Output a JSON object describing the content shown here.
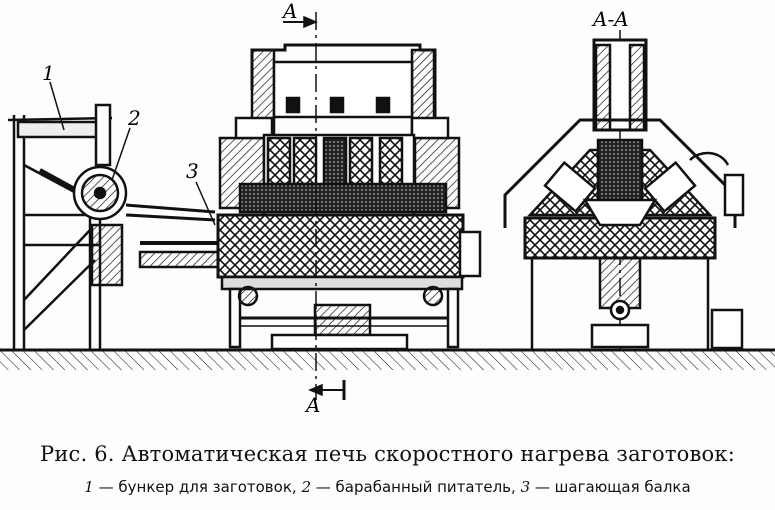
{
  "labels": {
    "callout_1": "1",
    "callout_2": "2",
    "callout_3": "3",
    "section_top": "A",
    "section_bottom": "A",
    "section_view": "A-A"
  },
  "caption": {
    "title": "Рис. 6. Автоматическая печь скоростного нагрева заготовок:",
    "legend": [
      {
        "num": "1",
        "text": "бункер для заготовок,"
      },
      {
        "num": "2",
        "text": "барабанный питатель,"
      },
      {
        "num": "3",
        "text": "шагающая балка"
      }
    ],
    "dash": "—"
  }
}
